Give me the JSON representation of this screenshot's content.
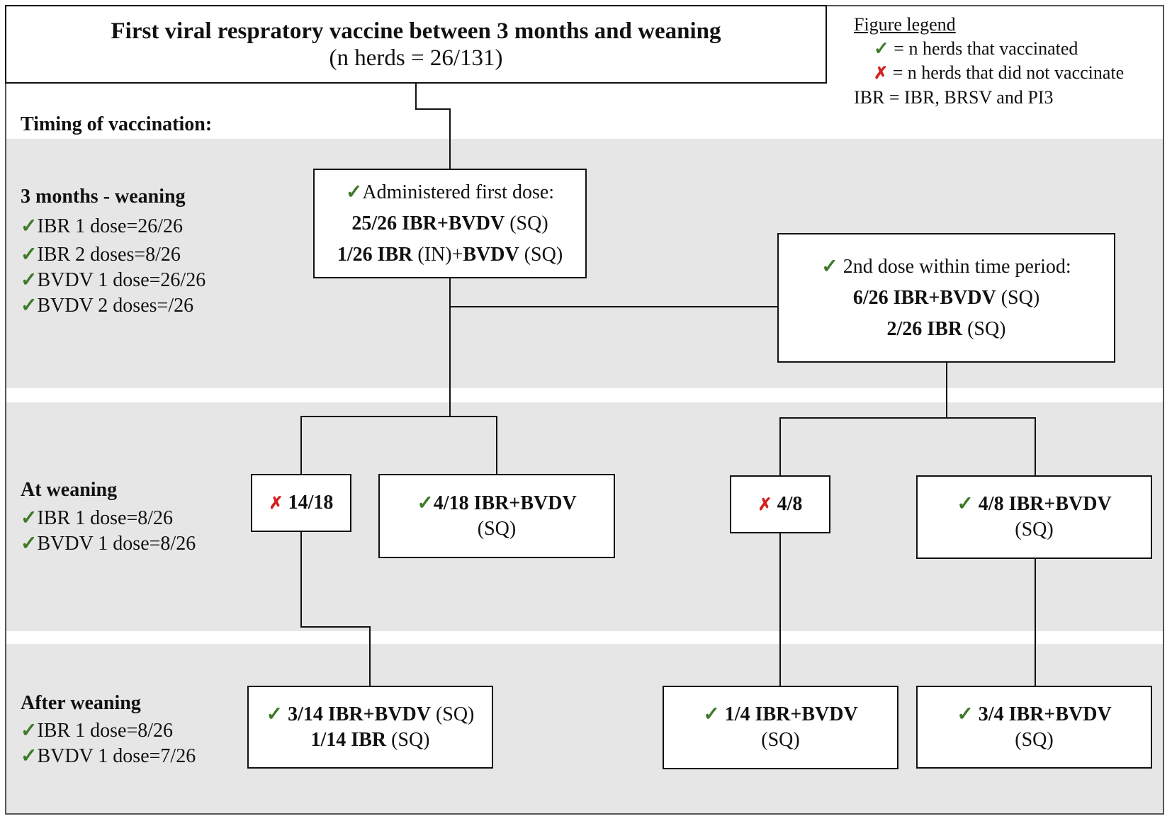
{
  "title": {
    "main": "First viral respratory vaccine between 3 months and weaning",
    "sub": "(n herds = 26/131)"
  },
  "legend": {
    "title": "Figure legend",
    "vaccinated": "= n herds that vaccinated",
    "not_vaccinated": "= n herds that did not vaccinate",
    "ibr_def": "IBR = IBR, BRSV and PI3"
  },
  "icons": {
    "check": "check-mark-icon",
    "cross": "cross-mark-icon"
  },
  "colors": {
    "check": "#3d7a2a",
    "cross": "#d42020",
    "band": "#e6e6e6"
  },
  "timing_label": "Timing of vaccination:",
  "sections": {
    "three_months": {
      "heading": "3 months - weaning",
      "items": [
        "IBR 1 dose=26/26",
        "IBR 2 doses=8/26",
        "BVDV 1 dose=26/26",
        "BVDV 2 doses=/26"
      ]
    },
    "at_weaning": {
      "heading": "At weaning",
      "items": [
        "IBR 1 dose=8/26",
        "BVDV 1 dose=8/26"
      ]
    },
    "after_weaning": {
      "heading": "After weaning",
      "items": [
        "IBR 1 dose=8/26",
        "BVDV 1 dose=7/26"
      ]
    }
  },
  "nodes": {
    "first_dose": {
      "title": "Administered first dose:",
      "l1_bold": "25/26 IBR+BVDV",
      "l1_plain": " (SQ)",
      "l2_bold_a": "1/26 IBR",
      "l2_plain_a": " (IN)+",
      "l2_bold_b": "BVDV",
      "l2_plain_b": " (SQ)"
    },
    "second_dose": {
      "title": " 2nd dose within time period:",
      "l1_bold": "6/26 IBR+BVDV",
      "l1_plain": " (SQ)",
      "l2_bold": "2/26 IBR",
      "l2_plain": " (SQ)"
    },
    "wean_no_a": {
      "text": " 14/18"
    },
    "wean_yes_a": {
      "bold": "4/18 IBR+BVDV",
      "plain": "(SQ)"
    },
    "wean_no_b": {
      "text": " 4/8"
    },
    "wean_yes_b": {
      "bold": " 4/8 IBR+BVDV",
      "plain": "(SQ)"
    },
    "after_a": {
      "l1_bold": " 3/14 IBR+BVDV",
      "l1_plain": " (SQ)",
      "l2_bold": "1/14 IBR",
      "l2_plain": " (SQ)"
    },
    "after_b": {
      "bold": " 1/4 IBR+BVDV",
      "plain": "(SQ)"
    },
    "after_c": {
      "bold": " 3/4 IBR+BVDV",
      "plain": "(SQ)"
    }
  }
}
